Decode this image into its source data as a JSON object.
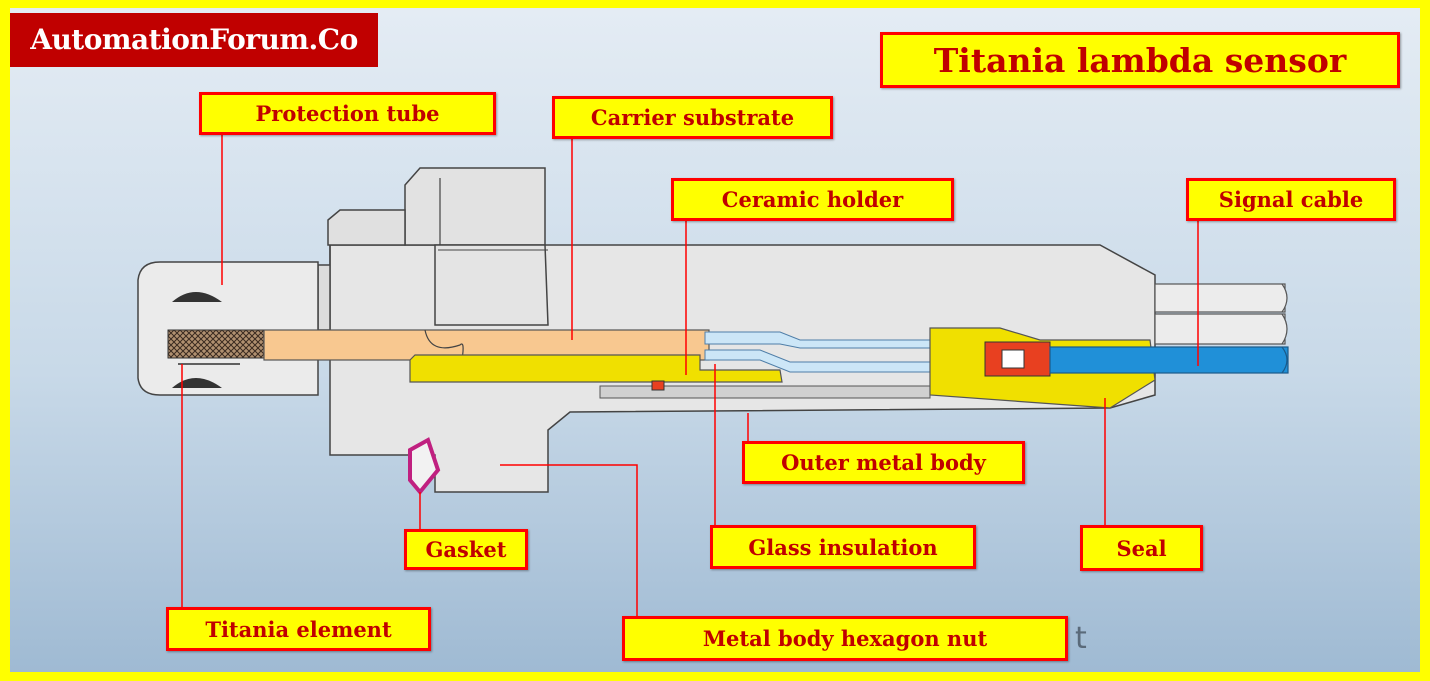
{
  "brand": "AutomationForum.Co",
  "title": "Titania lambda sensor",
  "labels": {
    "protection_tube": "Protection tube",
    "carrier_substrate": "Carrier substrate",
    "ceramic_holder": "Ceramic holder",
    "signal_cable": "Signal cable",
    "outer_metal_body": "Outer metal body",
    "glass_insulation": "Glass insulation",
    "seal": "Seal",
    "gasket": "Gasket",
    "titania_element": "Titania element",
    "hexagon_nut": "Metal body hexagon nut"
  },
  "stray_glyph": "t",
  "colors": {
    "frame": "#ffff00",
    "label_border": "#ff0000",
    "label_text": "#c00000",
    "brand_bg": "#c00000",
    "carrier": "#f8c890",
    "ceramic": "#f0e000",
    "signal_wire": "#2090d8",
    "crimp": "#e84020",
    "gasket": "#c02080",
    "metal": "#e8e8e8"
  }
}
